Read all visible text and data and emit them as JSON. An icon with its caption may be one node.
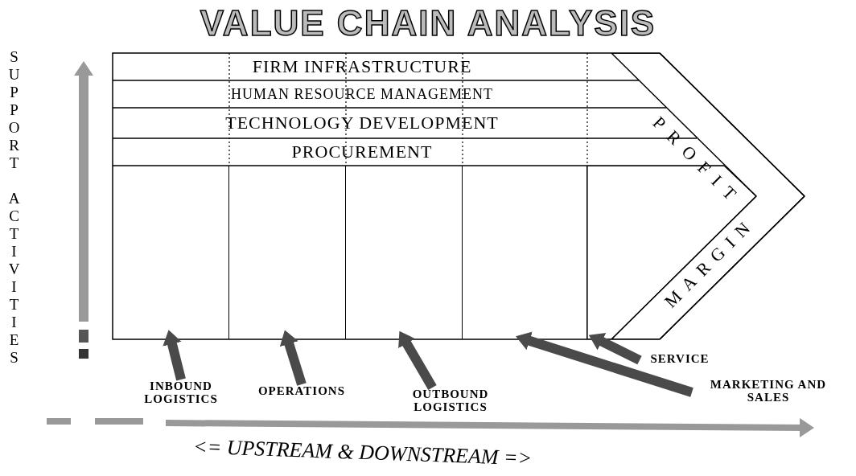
{
  "diagram": {
    "title": "VALUE CHAIN ANALYSIS",
    "nodes": [
      {
        "text": [],
        "shape": "box"
      },
      {
        "text": [
          "FIRM INFRASTRUCTURE"
        ],
        "in": 0
      },
      {
        "text": [
          "HUMAN RESOURCE MANAGEMENT"
        ],
        "in": 0
      },
      {
        "text": [
          "TECHNOLOGY DEVELOPMENT"
        ],
        "in": 0
      },
      {
        "text": [
          "PROCUREMENT"
        ],
        "in": 0
      },
      {
        "text": [],
        "shape": "box",
        "in": 0
      },
      {
        "text": [],
        "shape": "box",
        "in": 0
      },
      {
        "text": [],
        "shape": "box",
        "in": 0
      },
      {
        "text": [],
        "shape": "box",
        "in": 0
      },
      {
        "text": [],
        "shape": "box",
        "in": 0
      },
      {
        "text": [
          "PROFIT",
          "MARGIN"
        ],
        "in": 0
      },
      {
        "text": [
          "INBOUND LOGISTICS"
        ]
      },
      {
        "text": [
          "OPERATIONS"
        ]
      },
      {
        "text": [
          "OUTBOUND LOGISTICS"
        ]
      },
      {
        "text": [
          "MARKETING AND SALES"
        ]
      },
      {
        "text": [
          "SERVICE"
        ]
      }
    ],
    "edges": [
      {
        "from": 11,
        "to": 5,
        "arrow": "to"
      },
      {
        "from": 12,
        "to": 6,
        "arrow": "to"
      },
      {
        "from": 13,
        "to": 7,
        "arrow": "to"
      },
      {
        "from": 14,
        "to": 8,
        "arrow": "to"
      },
      {
        "from": 15,
        "to": 9,
        "arrow": "to"
      }
    ],
    "labels": [
      "SUPPORT ACTIVITIES",
      "<= UPSTREAM & DOWNSTREAM =>"
    ]
  }
}
